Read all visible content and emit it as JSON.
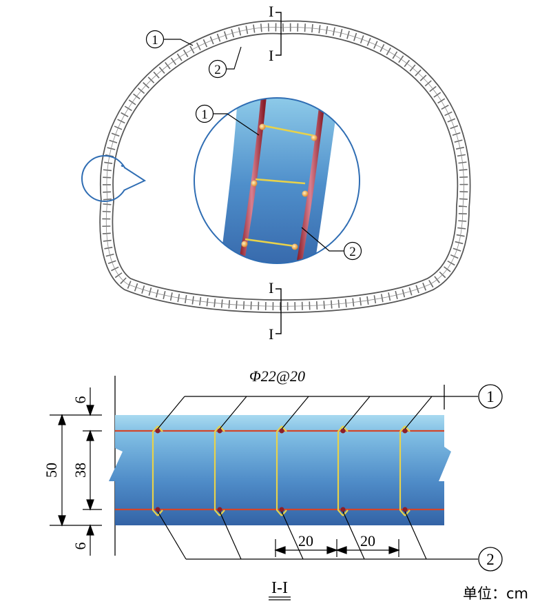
{
  "section_marks": {
    "top_upper": "I",
    "top_lower": "I",
    "bottom_upper": "I",
    "bottom_lower": "I"
  },
  "callouts": {
    "outer_steel": "1",
    "inner_steel": "2",
    "zoom_outer": "1",
    "zoom_inner": "2",
    "section_outer": "1",
    "section_inner": "2"
  },
  "section": {
    "rebar_spec": "Φ22@20",
    "title": "I-I",
    "unit_label": "单位：cm",
    "dims": {
      "cover_top": "6",
      "core": "38",
      "total": "50",
      "cover_bottom": "6",
      "spacing_1": "20",
      "spacing_2": "20"
    }
  },
  "colors": {
    "concrete_light": "#9ed4ec",
    "concrete_dark": "#3366a8",
    "main_bar": "#d2452a",
    "stirrup": "#e8d24a",
    "circle_outline": "#2f6db3",
    "lining_outline": "#555555"
  }
}
